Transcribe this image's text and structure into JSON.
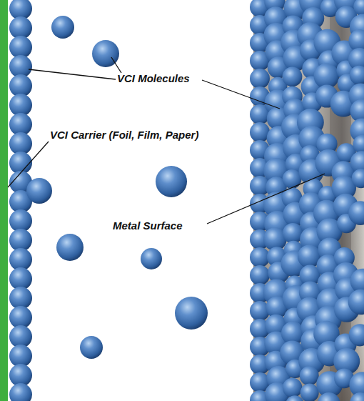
{
  "diagram": {
    "labels": [
      "VCI Molecules",
      "VCI Carrier (Foil, Film, Paper)",
      "Metal Surface"
    ]
  }
}
